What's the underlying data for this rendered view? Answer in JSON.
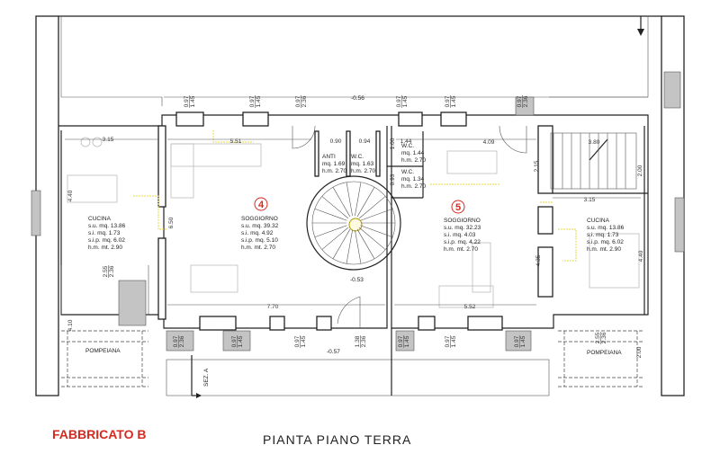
{
  "building": "FABBRICATO B",
  "plan_title": "PIANTA PIANO TERRA",
  "section_label": "SEZ. A",
  "colors": {
    "building_label": "#d62a20",
    "unit_number": "#d62a20",
    "hatching": "#c4c4c4",
    "furniture_outline": "#e8d840"
  },
  "levels": {
    "top": "-0.56",
    "inner": "-0.53",
    "bottom": "-0.57"
  },
  "units": {
    "u4": {
      "number": "4",
      "soggiorno": {
        "name": "SOGGIORNO",
        "su": "s.u.   mq. 39.32",
        "si": "s.i.     mq. 4.92",
        "sip": "s.i.p. mq. 5.10",
        "hm": "h.m.  mt. 2.70"
      },
      "cucina": {
        "name": "CUCINA",
        "su": "s.u.   mq. 13.86",
        "si": "s.i.     mq. 1.73",
        "sip": "s.i.p. mq. 6.02",
        "hm": "h.m.  mt. 2.90"
      },
      "anti": {
        "name": "ANTI",
        "mq": "mq. 1.69",
        "hm": "h.m. 2.70"
      },
      "wc": {
        "name": "W.C.",
        "mq": "mq. 1.63",
        "hm": "h.m. 2.70"
      },
      "pompeiana": "POMPEIANA"
    },
    "u5": {
      "number": "5",
      "soggiorno": {
        "name": "SOGGIORNO",
        "su": "s.u.   mq. 32.23",
        "si": "s.i.     mq. 4.03",
        "sip": "s.i.p. mq. 4.22",
        "hm": "h.m.  mt. 2.70"
      },
      "cucina": {
        "name": "CUCINA",
        "su": "s.u.   mq. 13.86",
        "si": "s.i.     mq. 1.73",
        "sip": "s.i.p. mq. 6.02",
        "hm": "h.m.  mt. 2.90"
      },
      "wc1": {
        "name": "W.C.",
        "mq": "mq. 1.44",
        "hm": "h.m. 2.70"
      },
      "wc2": {
        "name": "W.C.",
        "mq": "mq. 1.34",
        "hm": "h.m. 2.70"
      },
      "pompeiana": "POMPEIANA"
    }
  },
  "dimensions": [
    "3.15",
    "5.51",
    "0.90",
    "0.94",
    "1.44",
    "1.00",
    "0.93",
    "4.09",
    "3.80",
    "2.00",
    "2.15",
    "3.15",
    "4.40",
    "6.50",
    "4.35",
    "4.40",
    "7.70",
    "5.52",
    "4.10",
    "2.00"
  ],
  "windows": [
    {
      "w": "0.97",
      "h": "1.45"
    },
    {
      "w": "0.97",
      "h": "1.45"
    },
    {
      "w": "0.97",
      "h": "2.36"
    },
    {
      "w": "0.97",
      "h": "1.45"
    },
    {
      "w": "0.97",
      "h": "1.45"
    },
    {
      "w": "0.97",
      "h": "2.36"
    },
    {
      "w": "0.97",
      "h": "2.36"
    },
    {
      "w": "0.97",
      "h": "1.45"
    },
    {
      "w": "0.97",
      "h": "1.45"
    },
    {
      "w": "1.38",
      "h": "2.36"
    },
    {
      "w": "0.97",
      "h": "1.45"
    },
    {
      "w": "0.97",
      "h": "1.45"
    },
    {
      "w": "0.97",
      "h": "1.45"
    },
    {
      "w": "2.55",
      "h": "2.36"
    },
    {
      "w": "2.55",
      "h": "2.36"
    }
  ]
}
